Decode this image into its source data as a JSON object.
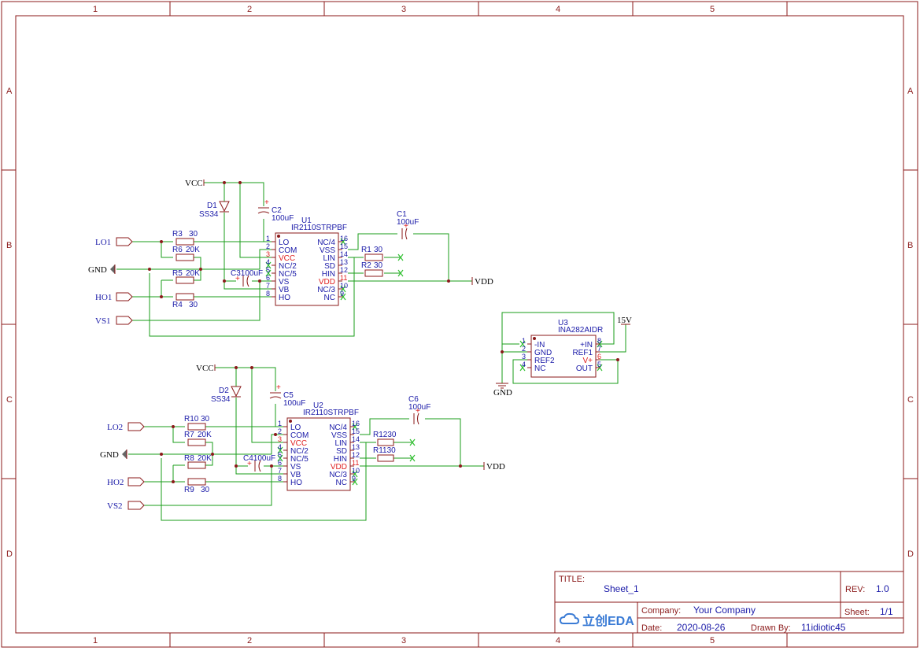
{
  "frame": {
    "columns": [
      "1",
      "2",
      "3",
      "4",
      "5"
    ],
    "rows": [
      "A",
      "B",
      "C",
      "D"
    ]
  },
  "circuit1": {
    "u1_ref": "U1",
    "u1_part": "IR2110STRPBF",
    "pins_left": [
      [
        "1",
        "LO"
      ],
      [
        "2",
        "COM"
      ],
      [
        "3",
        "VCC"
      ],
      [
        "4",
        "NC/2"
      ],
      [
        "5",
        "NC/5"
      ],
      [
        "6",
        "VS"
      ],
      [
        "7",
        "VB"
      ],
      [
        "8",
        "HO"
      ]
    ],
    "pins_right": [
      [
        "16",
        "NC/4"
      ],
      [
        "15",
        "VSS"
      ],
      [
        "14",
        "LIN"
      ],
      [
        "13",
        "SD"
      ],
      [
        "12",
        "HIN"
      ],
      [
        "11",
        "VDD"
      ],
      [
        "10",
        "NC/3"
      ],
      [
        "9",
        "NC"
      ]
    ],
    "nets": {
      "vcc": "VCC",
      "lo": "LO1",
      "gnd": "GND",
      "ho": "HO1",
      "vs": "VS1",
      "vdd": "VDD"
    },
    "d_ref": "D1",
    "d_val": "SS34",
    "c2_ref": "C2",
    "c2_val": "100uF",
    "c1_ref": "C1",
    "c1_val": "100uF",
    "c3": "C3100uF",
    "r3_ref": "R3",
    "r3_val": "30",
    "r6_ref": "R6",
    "r6_val": "20K",
    "r5_ref": "R5",
    "r5_val": "20K",
    "r4_ref": "R4",
    "r4_val": "30",
    "r1_ref": "R1",
    "r1_val": "30",
    "r2_ref": "R2",
    "r2_val": "30"
  },
  "circuit2": {
    "u2_ref": "U2",
    "u2_part": "IR2110STRPBF",
    "nets": {
      "vcc": "VCC",
      "lo": "LO2",
      "gnd": "GND",
      "ho": "HO2",
      "vs": "VS2",
      "vdd": "VDD"
    },
    "d_ref": "D2",
    "d_val": "SS34",
    "c5_ref": "C5",
    "c5_val": "100uF",
    "c6_ref": "C6",
    "c6_val": "100uF",
    "c4": "C4100uF",
    "r10_ref": "R10",
    "r10_val": "30",
    "r7_ref": "R7",
    "r7_val": "20K",
    "r8_ref": "R8",
    "r8_val": "20K",
    "r9_ref": "R9",
    "r9_val": "30",
    "r12": "R1230",
    "r11": "R1130"
  },
  "amp": {
    "ref": "U3",
    "part": "INA282AIDR",
    "pins_left": [
      [
        "1",
        "-IN"
      ],
      [
        "2",
        "GND"
      ],
      [
        "3",
        "REF2"
      ],
      [
        "4",
        "NC"
      ]
    ],
    "pins_right": [
      [
        "8",
        "+IN"
      ],
      [
        "7",
        "REF1"
      ],
      [
        "6",
        "V+"
      ],
      [
        "5",
        "OUT"
      ]
    ],
    "net_15v": "15V",
    "net_gnd": "GND"
  },
  "title_block": {
    "title_label": "TITLE:",
    "title": "Sheet_1",
    "rev_label": "REV:",
    "rev": "1.0",
    "company_label": "Company:",
    "company": "Your Company",
    "sheet_label": "Sheet:",
    "sheet": "1/1",
    "date_label": "Date:",
    "date": "2020-08-26",
    "drawn_label": "Drawn By:",
    "drawn": "11idiotic45",
    "logo": "立创EDA"
  },
  "colors": {
    "frame": "#8b1a1a",
    "wire": "#1a9e1a",
    "label": "#1a1aa8",
    "power_pin": "#e02020"
  }
}
